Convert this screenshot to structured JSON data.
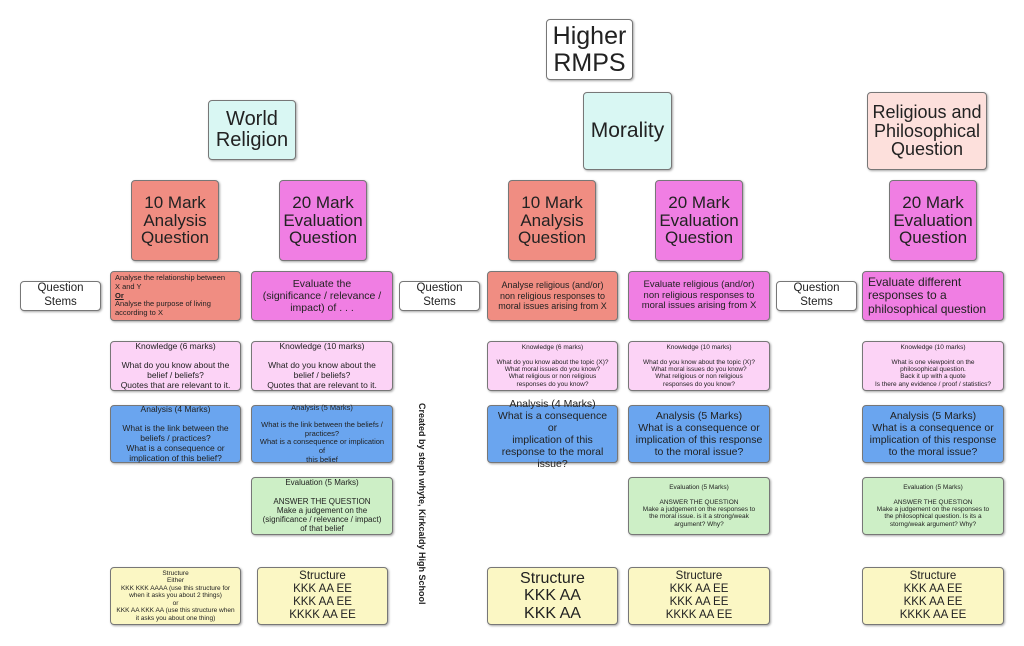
{
  "title": "Higher\nRMPS",
  "sections": {
    "world_religion": {
      "title": "World\nReligion",
      "stems_label": "Question\nStems",
      "q10": {
        "heading": "10 Mark\nAnalysis\nQuestion",
        "stem_line1": "Analyse the relationship between\nX and Y",
        "stem_or": "Or",
        "stem_line2": "Analyse the purpose of living\naccording to X",
        "structure": "Structure\nEither\nKKK KKK AAAA (use this structure for\nwhen it asks you about 2 things)\nor\nKKK AA KKK AA (use this structure when\nit asks you about one thing)"
      },
      "q20": {
        "heading": "20 Mark\nEvaluation\nQuestion",
        "stem": "Evaluate the\n(significance / relevance /\nimpact) of . . .",
        "knowledge": "Knowledge (10 marks)\n\nWhat do you know about the\nbelief / beliefs?\nQuotes that are relevant to it.",
        "analysis": "Analysis (5 Marks)\n\nWhat is the link between the beliefs /\npractices?\nWhat is a consequence or implication of\nthis belief",
        "evaluation": "Evaluation (5 Marks)\n\nANSWER THE QUESTION\nMake a judgement on the\n(significance / relevance / impact)\nof that belief",
        "structure": "Structure\nKKK AA EE\nKKK AA EE\nKKKK AA EE"
      },
      "q10_knowledge": "Knowledge (6 marks)\n\nWhat do you know about the\nbelief / beliefs?\nQuotes that are relevant to it.",
      "q10_analysis": "Analysis (4 Marks)\n\nWhat is the link between the\nbeliefs / practices?\nWhat is a consequence or\nimplication of this belief?"
    },
    "morality": {
      "title": "Morality",
      "stems_label": "Question\nStems",
      "q10": {
        "heading": "10 Mark\nAnalysis\nQuestion",
        "stem": "Analyse religious (and/or)\nnon religious responses to\nmoral issues arising from X",
        "knowledge": "Knowledge (6 marks)\n\nWhat do you know about the topic (X)?\nWhat moral issues do you know?\nWhat religious or non religious\nresponses do you know?",
        "analysis": "Analysis (4 Marks)\nWhat is a consequence or\nimplication of this\nresponse to the moral\nissue?",
        "structure": "Structure\nKKK AA\nKKK AA"
      },
      "q20": {
        "heading": "20 Mark\nEvaluation\nQuestion",
        "stem": "Evaluate religious (and/or)\nnon religious responses to\nmoral issues arising from X",
        "knowledge": "Knowledge (10 marks)\n\nWhat do you know about the topic (X)?\nWhat moral issues do you know?\nWhat religious or non religious\nresponses do you know?",
        "analysis": "Analysis (5 Marks)\nWhat is a consequence or\nimplication of this response\nto the moral issue?",
        "evaluation": "Evaluation (5 Marks)\n\nANSWER THE QUESTION\nMake a judgement on the responses to\nthe moral issue. is it a strong/weak\nargument? Why?",
        "structure": "Structure\nKKK AA EE\nKKK AA EE\nKKKK AA EE"
      }
    },
    "rpq": {
      "title": "Religious and\nPhilosophical\nQuestion",
      "stems_label": "Question\nStems",
      "q20": {
        "heading": "20 Mark\nEvaluation\nQuestion",
        "stem": "Evaluate different\nresponses to a\nphilosophical question",
        "knowledge": "Knowledge (10 marks)\n\nWhat is one viewpoint on the\nphilosophical question.\nBack it up with a quote\nIs there any evidence / proof / statistics?",
        "analysis": "Analysis (5 Marks)\nWhat is a consequence or\nimplication of this response\nto the moral issue?",
        "evaluation": "Evaluation (5 Marks)\n\nANSWER THE QUESTION\nMake a judgement on the responses to\nthe philosophical question. Is its a\nstorng/weak argument? Why?",
        "structure": "Structure\nKKK AA EE\nKKK AA EE\nKKKK AA EE"
      }
    }
  },
  "credit": "Created by steph whyte, Kirkcaldy High School",
  "colors": {
    "title_box": "#ffffff",
    "world_religion": "#d9f7f3",
    "morality": "#d9f7f3",
    "rpq": "#fde0dc",
    "analysis_question": "#f08d82",
    "evaluation_question": "#f07ee3",
    "knowledge": "#fcd3f6",
    "analysis": "#6aa5ef",
    "evaluation": "#cdefc6",
    "structure": "#fbf7c4"
  }
}
